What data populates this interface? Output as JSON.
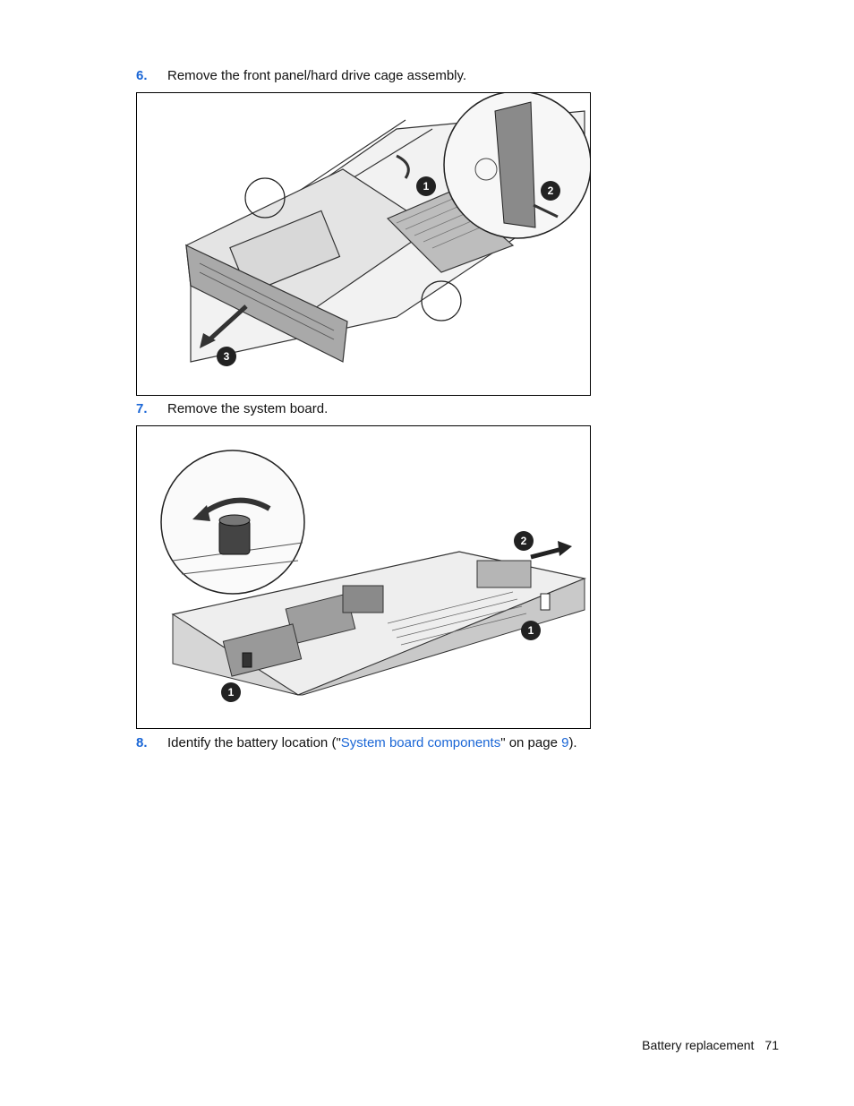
{
  "steps": [
    {
      "number": "6.",
      "text": "Remove the front panel/hard drive cage assembly."
    },
    {
      "number": "7.",
      "text": "Remove the system board."
    },
    {
      "number": "8.",
      "text_before": "Identify the battery location (\"",
      "link_text": "System board components",
      "text_middle": "\" on page ",
      "page_link": "9",
      "text_after": ")."
    }
  ],
  "figure1": {
    "callouts": [
      "1",
      "2",
      "3"
    ]
  },
  "figure2": {
    "callouts": [
      "1",
      "1",
      "2"
    ]
  },
  "footer": {
    "section": "Battery replacement",
    "page": "71"
  },
  "colors": {
    "step_number": "#1a66d6",
    "link": "#1a66d6"
  }
}
